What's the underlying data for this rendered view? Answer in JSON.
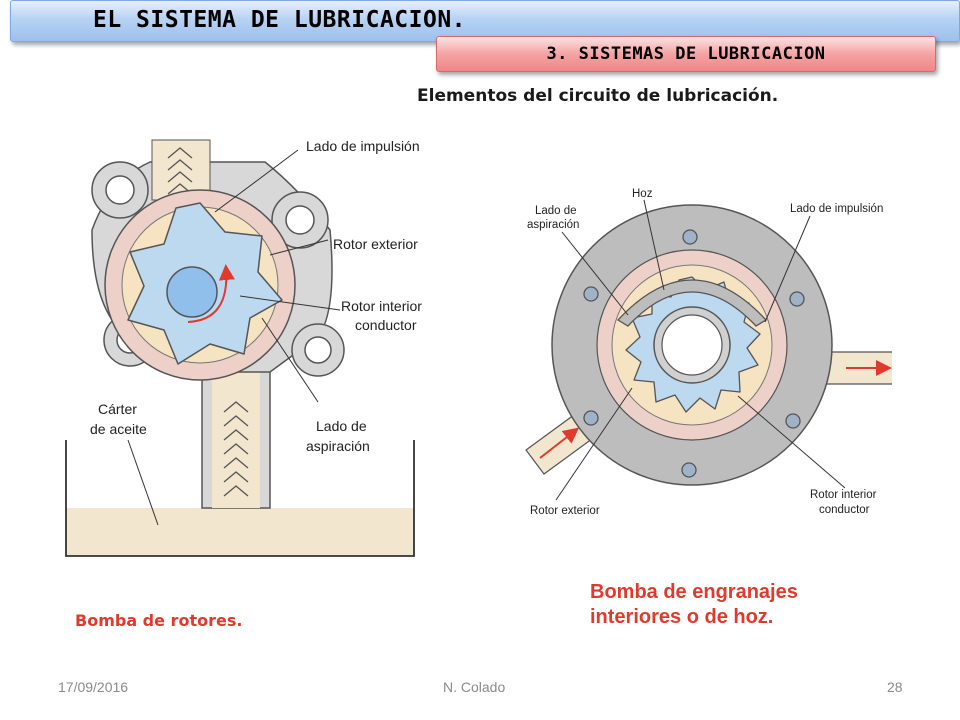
{
  "header": {
    "title": "EL SISTEMA DE LUBRICACION.",
    "section": "3. SISTEMAS DE LUBRICACION",
    "subtitle": "Elementos del circuito de lubricación."
  },
  "left_diagram": {
    "labels": {
      "lado_impulsion": "Lado de impulsión",
      "rotor_exterior": "Rotor exterior",
      "rotor_interior_1": "Rotor interior",
      "rotor_interior_2": "conductor",
      "carter_1": "Cárter",
      "carter_2": "de aceite",
      "lado_aspiracion_1": "Lado de",
      "lado_aspiracion_2": "aspiración"
    },
    "caption": "Bomba de rotores."
  },
  "right_diagram": {
    "labels": {
      "hoz": "Hoz",
      "lado_aspiracion_1": "Lado de",
      "lado_aspiracion_2": "aspiración",
      "lado_impulsion": "Lado de impulsión",
      "rotor_exterior": "Rotor exterior",
      "rotor_interior_1": "Rotor interior",
      "rotor_interior_2": "conductor"
    },
    "caption_line1": "Bomba de engranajes",
    "caption_line2": "interiores o de hoz."
  },
  "footer": {
    "date": "17/09/2016",
    "author": "N. Colado",
    "page": "28"
  },
  "colors": {
    "accent_red": "#e03a2e",
    "rotor_blue": "#bcd9f0",
    "oil_beige": "#f3e6cf",
    "housing_gray": "#d8d8d8"
  }
}
